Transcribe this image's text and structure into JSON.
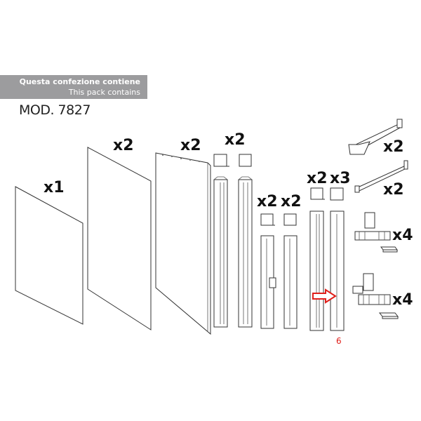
{
  "header": {
    "title_it": "Questa confezione contiene",
    "title_en": "This pack contains"
  },
  "model": "MOD. 7827",
  "quantities": {
    "panel_small": "x1",
    "panel_large": "x2",
    "panel_door": "x2",
    "profile_a": "x2",
    "profile_b": "x2",
    "profile_c": "x2",
    "profile_d": "x2",
    "profile_e": "x3",
    "arm_bracket": "x2",
    "bar_bracket": "x2",
    "corner_joint_a": "x4",
    "corner_joint_b": "x4"
  },
  "callout_number": "6",
  "colors": {
    "banner": "#9c9c9e",
    "callout": "#e0201b"
  }
}
